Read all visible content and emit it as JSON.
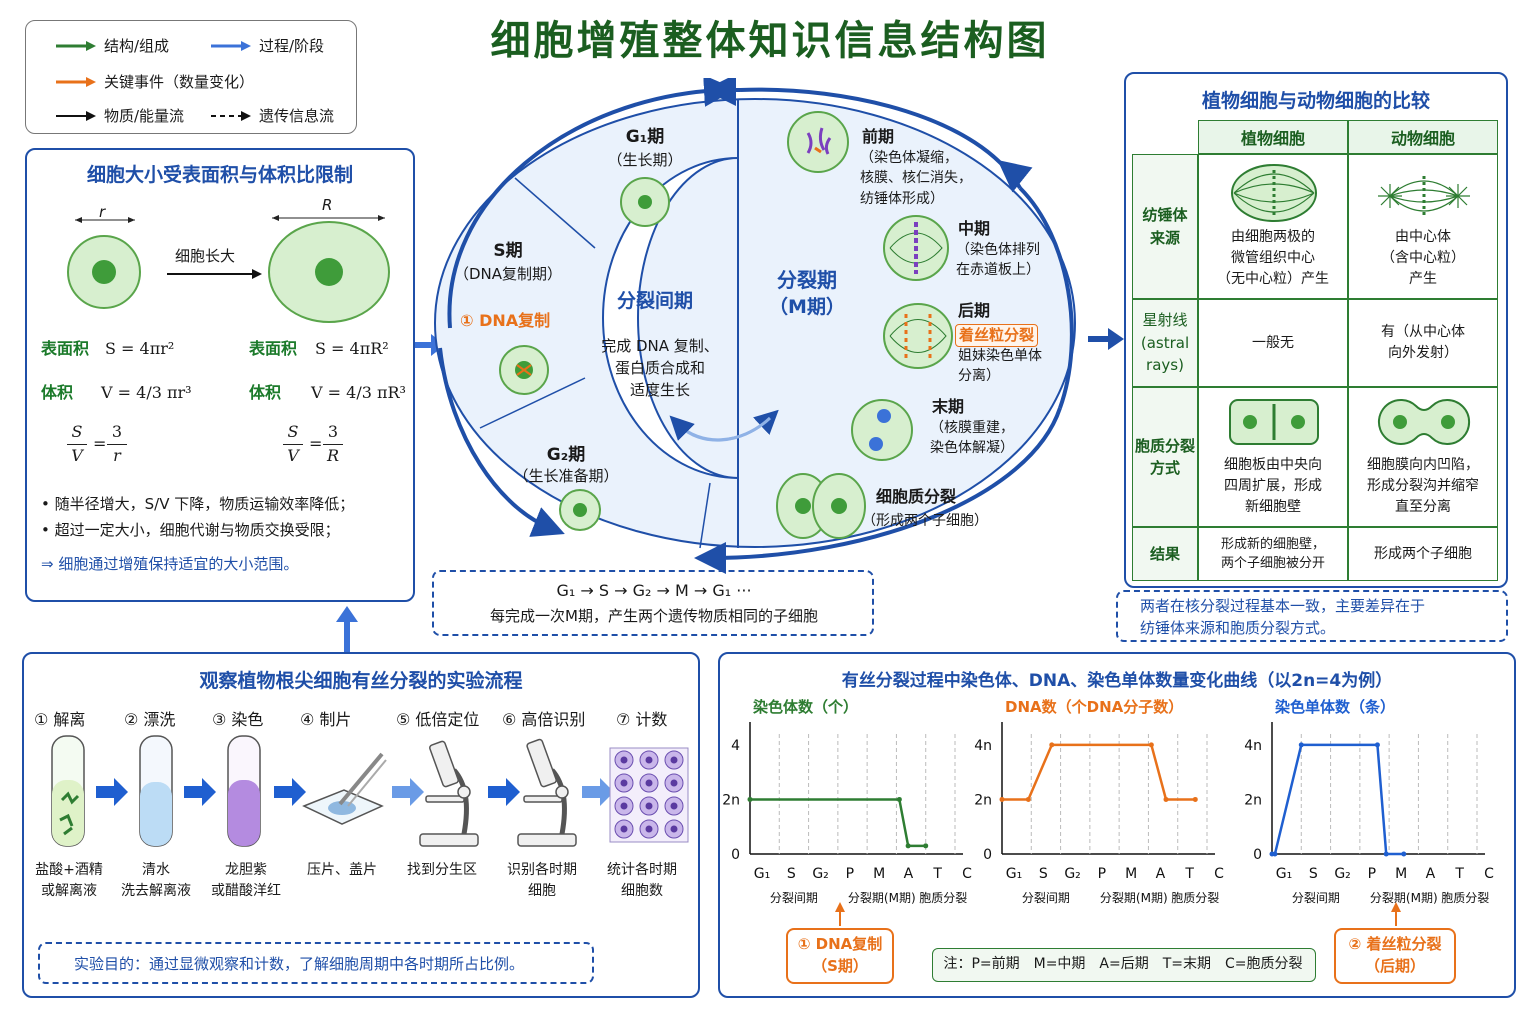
{
  "title": "细胞增殖整体知识信息结构图",
  "legend": {
    "structure": "结构/组成",
    "process": "过程/阶段",
    "key_event": "关键事件（数量变化）",
    "matter": "物质/能量流",
    "info": "遗传信息流"
  },
  "colors": {
    "green": "#2e7d32",
    "blue": "#1f4fa8",
    "orange": "#e8711a",
    "black": "#111111"
  },
  "size_panel": {
    "title": "细胞大小受表面积与体积比限制",
    "r": "r",
    "R": "R",
    "grow": "细胞长大",
    "surface_label": "表面积",
    "volume_label": "体积",
    "surface_small": "S = 4πr²",
    "surface_big": "S = 4πR²",
    "volume_small": "V = 4/3 πr³",
    "volume_big": "V = 4/3 πR³",
    "sv_small_num": "S",
    "sv_small_den": "V",
    "sv_small_rnum": "3",
    "sv_small_rden": "r",
    "sv_big_num": "S",
    "sv_big_den": "V",
    "sv_big_rnum": "3",
    "sv_big_rden": "R",
    "eq": "=",
    "bullet1": "随半径增大，S/V 下降，物质运输效率降低；",
    "bullet2": "超过一定大小，细胞代谢与物质交换受限；",
    "conclusion": "⇒ 细胞通过增殖保持适宜的大小范围。"
  },
  "cycle": {
    "g1": "G₁期",
    "g1_sub": "（生长期）",
    "s": "S期",
    "s_sub": "（DNA复制期）",
    "s_event": "① DNA复制",
    "g2": "G₂期",
    "g2_sub": "（生长准备期）",
    "interphase": "分裂间期",
    "interphase_desc1": "完成 DNA 复制、",
    "interphase_desc2": "蛋白质合成和",
    "interphase_desc3": "适度生长",
    "m_phase": "分裂期",
    "m_phase_sub": "（M期）",
    "prophase": "前期",
    "prophase_desc1": "（染色体凝缩，",
    "prophase_desc2": "核膜、核仁消失，",
    "prophase_desc3": "纺锤体形成）",
    "metaphase": "中期",
    "metaphase_desc1": "（染色体排列",
    "metaphase_desc2": "在赤道板上）",
    "anaphase": "后期",
    "anaphase_event": "着丝粒分裂",
    "anaphase_desc1": "姐妹染色单体",
    "anaphase_desc2": "分离）",
    "telophase": "末期",
    "telophase_desc1": "（核膜重建，",
    "telophase_desc2": "染色体解凝）",
    "cytokinesis": "细胞质分裂",
    "cytokinesis_desc": "（形成两个子细胞）",
    "sequence": "G₁ → S → G₂ → M → G₁ ···",
    "sequence_desc": "每完成一次M期，产生两个遗传物质相同的子细胞"
  },
  "compare": {
    "title": "植物细胞与动物细胞的比较",
    "col_plant": "植物细胞",
    "col_animal": "动物细胞",
    "row_spindle": "纺锤体\n来源",
    "plant_spindle": "由细胞两极的\n微管组织中心\n（无中心粒）产生",
    "animal_spindle": "由中心体\n（含中心粒）\n产生",
    "row_astral": "星射线\n(astral\nrays)",
    "plant_astral": "一般无",
    "animal_astral": "有（从中心体\n向外发射）",
    "row_cyto": "胞质分裂\n方式",
    "plant_cyto": "细胞板由中央向\n四周扩展，形成\n新细胞壁",
    "animal_cyto": "细胞膜向内凹陷，\n形成分裂沟并缩窄\n直至分离",
    "row_result": "结果",
    "plant_result": "形成新的细胞壁，\n两个子细胞被分开",
    "animal_result": "形成两个子细胞",
    "summary1": "两者在核分裂过程基本一致，主要差异在于",
    "summary2": "纺锤体来源和胞质分裂方式。"
  },
  "experiment": {
    "title": "观察植物根尖细胞有丝分裂的实验流程",
    "steps": [
      {
        "label": "① 解离",
        "desc1": "盐酸+酒精",
        "desc2": "或解离液"
      },
      {
        "label": "② 漂洗",
        "desc1": "清水",
        "desc2": "洗去解离液"
      },
      {
        "label": "③ 染色",
        "desc1": "龙胆紫",
        "desc2": "或醋酸洋红"
      },
      {
        "label": "④ 制片",
        "desc1": "压片、盖片",
        "desc2": ""
      },
      {
        "label": "⑤ 低倍定位",
        "desc1": "找到分生区",
        "desc2": ""
      },
      {
        "label": "⑥ 高倍识别",
        "desc1": "识别各时期",
        "desc2": "细胞"
      },
      {
        "label": "⑦ 计数",
        "desc1": "统计各时期",
        "desc2": "细胞数"
      }
    ],
    "purpose": "实验目的：通过显微观察和计数，了解细胞周期中各时期所占比例。"
  },
  "curves": {
    "title": "有丝分裂过程中染色体、DNA、染色单体数量变化曲线（以2n=4为例）",
    "x_ticks": [
      "G₁",
      "S",
      "G₂",
      "P",
      "M",
      "A",
      "T",
      "C"
    ],
    "group_inter": "分裂间期",
    "group_m": "分裂期(M期)",
    "group_c": "胞质分裂",
    "note": "注：P=前期　M=中期　A=后期　T=末期　C=胞质分裂",
    "event1_l1": "① DNA复制",
    "event1_l2": "（S期）",
    "event2_l1": "② 着丝粒分裂",
    "event2_l2": "（后期）"
  },
  "chart_data": [
    {
      "type": "line",
      "title": "染色体数（个）",
      "color": "#2e7d32",
      "y_ticks": [
        "0",
        "2n",
        "4"
      ],
      "x_ticks": [
        "G₁",
        "S",
        "G₂",
        "P",
        "M",
        "A",
        "T",
        "C"
      ],
      "points": [
        [
          0,
          2
        ],
        [
          5.1,
          2
        ],
        [
          5.4,
          0.3
        ],
        [
          6,
          0.3
        ]
      ]
    },
    {
      "type": "line",
      "title": "DNA数（个DNA分子数）",
      "color": "#e8711a",
      "y_ticks": [
        "0",
        "2n",
        "4n"
      ],
      "x_ticks": [
        "G₁",
        "S",
        "G₂",
        "P",
        "M",
        "A",
        "T",
        "C"
      ],
      "points": [
        [
          0,
          2
        ],
        [
          0.9,
          2
        ],
        [
          1.7,
          4
        ],
        [
          5.1,
          4
        ],
        [
          5.6,
          2
        ],
        [
          6.6,
          2
        ]
      ]
    },
    {
      "type": "line",
      "title": "染色单体数（条）",
      "color": "#1f5fd0",
      "y_ticks": [
        "0",
        "2n",
        "4n"
      ],
      "x_ticks": [
        "G₁",
        "S",
        "G₂",
        "P",
        "M",
        "A",
        "T",
        "C"
      ],
      "points": [
        [
          0,
          0
        ],
        [
          0.1,
          0
        ],
        [
          1.0,
          4
        ],
        [
          3.6,
          4
        ],
        [
          3.9,
          0
        ],
        [
          4.5,
          0
        ]
      ]
    }
  ]
}
